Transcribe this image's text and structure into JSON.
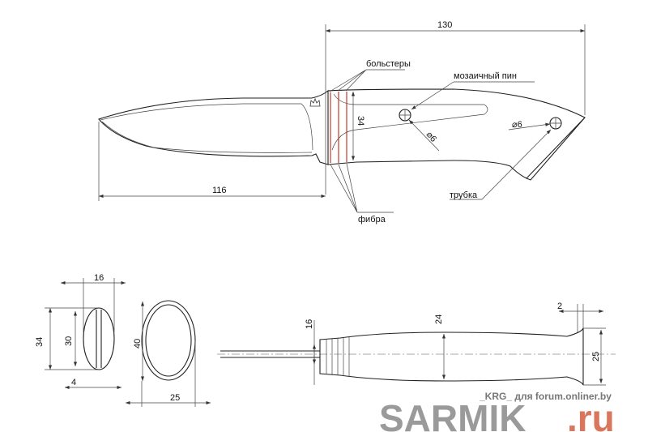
{
  "dimensions": {
    "overall_length": "130",
    "blade_length": "116",
    "handle_height": "34",
    "pin_diameter": "⌀6",
    "tube_diameter": "⌀6",
    "section_width": "16",
    "section_height": "34",
    "section_inner_height": "30",
    "section_slot": "4",
    "oval_height": "40",
    "oval_width": "25",
    "tang_height": "16",
    "handle_mid_height": "24",
    "pommel_thickness": "2",
    "pommel_height": "25"
  },
  "labels": {
    "bolsters": "больстеры",
    "mosaic_pin": "мозаичный пин",
    "tube": "трубка",
    "fiber": "фибра"
  },
  "watermark": {
    "brand": "SARMIK",
    "tld": ".ru",
    "credit": "_KRG_ для forum.onliner.by"
  }
}
